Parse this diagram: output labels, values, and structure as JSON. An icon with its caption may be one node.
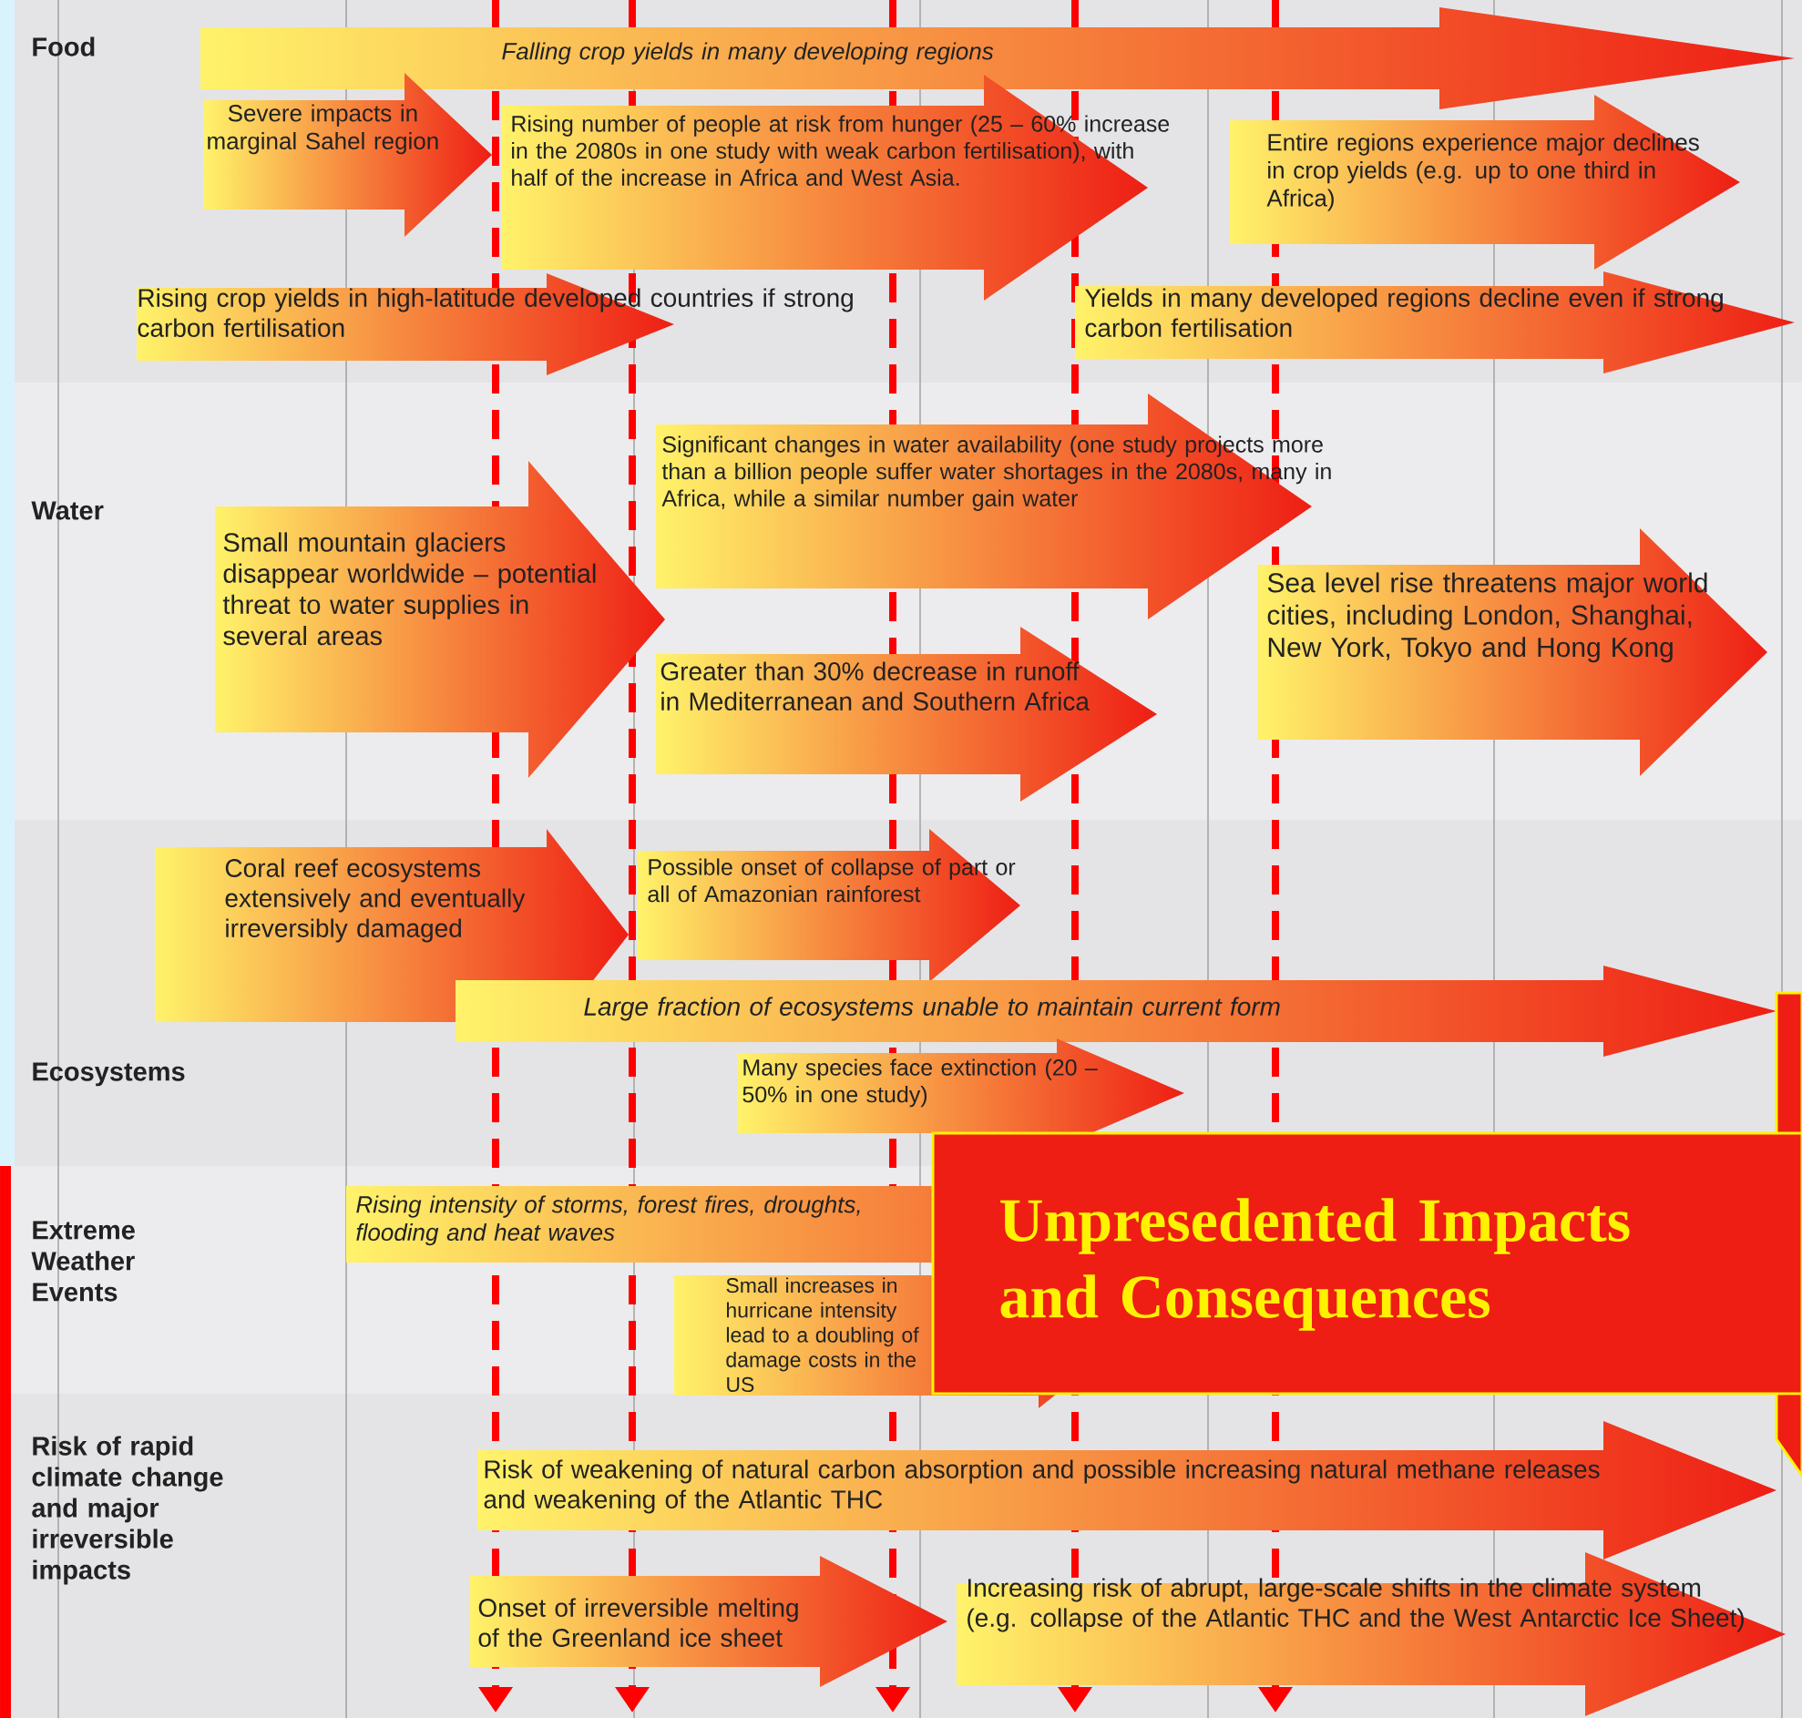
{
  "diagram": {
    "nodes": [
      {
        "text": [
          "Falling crop yields in many developing regions"
        ]
      },
      {
        "text": [
          "Severe impacts in marginal Sahel region"
        ]
      },
      {
        "text": [
          "Rising number of people at risk from hunger (25 – 60% increase in the 2080s in one study with weak carbon fertilisation), with half of the increase in Africa and West Asia."
        ]
      },
      {
        "text": [
          "Entire regions experience major declines in crop yields (e.g. up to one third in Africa)"
        ]
      },
      {
        "text": [
          "Rising crop yields in high-latitude developed countries if strong carbon fertilisation"
        ]
      },
      {
        "text": [
          "Yields in many developed regions decline even if strong carbon fertilisation"
        ]
      },
      {
        "text": [
          "Small mountain glaciers disappear worldwide – potential threat to water supplies in several areas"
        ]
      },
      {
        "text": [
          "Significant changes in water availability (one study projects more than a billion people suffer water shortages in the 2080s, many in Africa, while a similar number gain water"
        ]
      },
      {
        "text": [
          "Greater than 30% decrease in runoff in Mediterranean and Southern Africa"
        ]
      },
      {
        "text": [
          "Sea level rise threatens major world cities, including London, Shanghai, New York, Tokyo and Hong Kong"
        ]
      },
      {
        "text": [
          "Coral reef ecosystems extensively and eventually irreversibly damaged"
        ]
      },
      {
        "text": [
          "Possible onset of collapse of part or all of Amazonian rainforest"
        ]
      },
      {
        "text": [
          "Large fraction of ecosystems unable to maintain current form"
        ]
      },
      {
        "text": [
          "Many species face extinction (20 – 50% in one study)"
        ]
      },
      {
        "text": [
          "Rising intensity of storms, forest fires, droughts, flooding and heat waves"
        ]
      },
      {
        "text": [
          "Small increases in hurricane intensity lead to a doubling of damage costs in the US"
        ]
      },
      {
        "text": [
          "Risk of weakening of natural carbon absorption and possible increasing natural methane releases and weakening of the Atlantic THC"
        ]
      },
      {
        "text": [
          "Onset of irreversible melting of the Greenland ice sheet"
        ]
      },
      {
        "text": [
          "Increasing risk of abrupt, large-scale shifts in the climate system (e.g. collapse of the Atlantic THC and the West Antarctic Ice Sheet)"
        ]
      },
      {
        "text": [
          "Unpresedented Impacts and Consequences"
        ]
      }
    ],
    "labels": [
      "Food",
      "Water",
      "Ecosystems",
      "Extreme Weather Events",
      "Risk of rapid climate change and major irreversible impacts"
    ]
  }
}
